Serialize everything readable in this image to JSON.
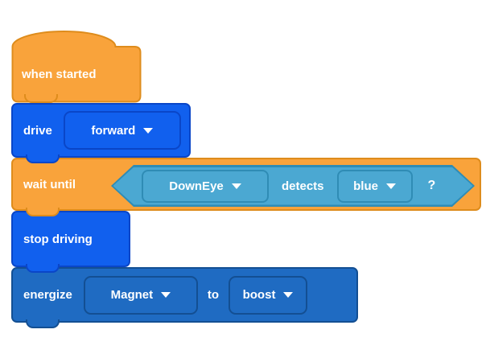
{
  "palette": {
    "canvas-bg": "#FFFFFF",
    "text-color": "#FFFFFF",
    "orange-fill": "#F9A33B",
    "orange-border": "#DE8C1C",
    "blue-fill": "#1160EE",
    "blue-border": "#0A46C8",
    "teal-fill": "#4BA8D2",
    "teal-border": "#2F8CB5",
    "denim-fill": "#1F6BC2",
    "denim-border": "#134F93"
  },
  "blocks": [
    {
      "type": "hat",
      "label": "when started"
    },
    {
      "type": "command",
      "label": "drive",
      "dropdown": "forward"
    },
    {
      "type": "command",
      "label": "wait until",
      "condition": {
        "sensor": "DownEye",
        "verb": "detects",
        "value": "blue",
        "suffix": "?"
      }
    },
    {
      "type": "command",
      "label": "stop driving"
    },
    {
      "type": "command",
      "label": "energize",
      "device": "Magnet",
      "connector": "to",
      "mode": "boost"
    }
  ]
}
